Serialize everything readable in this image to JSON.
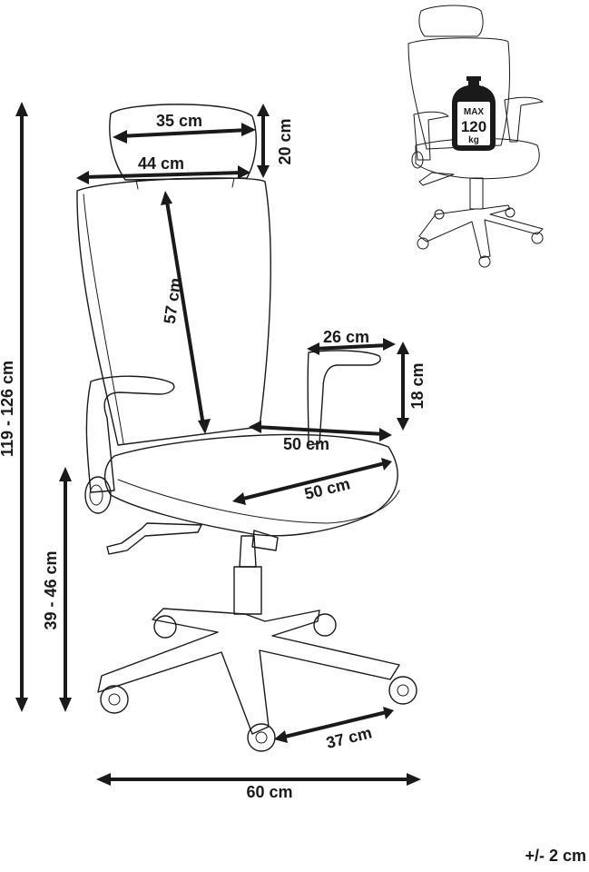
{
  "dimensions": {
    "headrest_width": "35 cm",
    "headrest_height": "20 cm",
    "backrest_top_width": "44 cm",
    "backrest_height": "57 cm",
    "armrest_length": "26 cm",
    "armrest_height": "18 cm",
    "seat_depth": "50 cm",
    "seat_width": "50 cm",
    "total_height": "119 - 126 cm",
    "seat_height": "39 - 46 cm",
    "wheel_spacing": "37 cm",
    "base_width": "60 cm"
  },
  "tolerance": "+/- 2 cm",
  "max_load": {
    "top": "MAX",
    "value": "120",
    "unit": "kg"
  },
  "icons": [
    "weight-icon",
    "chair-thumbnail-icon"
  ]
}
